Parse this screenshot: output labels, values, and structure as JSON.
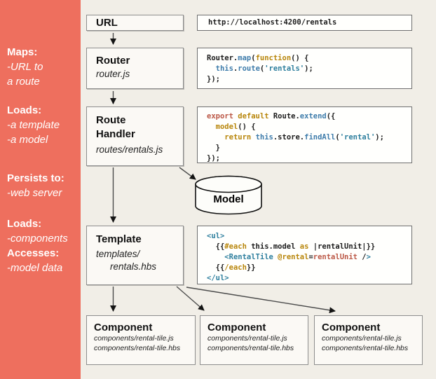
{
  "palette": {
    "sidebar_bg": "#ee6f5e",
    "canvas_bg": "#f1eee7",
    "box_bg": "#fbf9f5",
    "code_bg": "#fffffd",
    "code_blue": "#3e7cab",
    "code_gold": "#b8860b",
    "code_teal": "#2e7f9e",
    "code_rust": "#bb5745"
  },
  "sidebar": {
    "notes": [
      {
        "lines": [
          {
            "t": "Maps:",
            "s": "b"
          },
          {
            "t": "-URL to",
            "s": "i"
          },
          {
            "t": "a route",
            "s": "i"
          }
        ]
      },
      {
        "lines": [
          {
            "t": "Loads:",
            "s": "b"
          },
          {
            "t": "-a template",
            "s": "i"
          },
          {
            "t": "-a model",
            "s": "i"
          }
        ]
      },
      {
        "lines": [
          {
            "t": "Persists to:",
            "s": "b"
          },
          {
            "t": "-web server",
            "s": "i"
          }
        ]
      },
      {
        "lines": [
          {
            "t": "Loads:",
            "s": "b"
          },
          {
            "t": "-components",
            "s": "i"
          },
          {
            "t": "Accesses:",
            "s": "b"
          },
          {
            "t": "-model data",
            "s": "i"
          }
        ]
      }
    ]
  },
  "nodes": {
    "url": {
      "title": "URL"
    },
    "router": {
      "title": "Router",
      "subtitle": "router.js"
    },
    "route_handler": {
      "title_line1": "Route",
      "title_line2": "Handler",
      "subtitle": "routes/rentals.js"
    },
    "model": {
      "label": "Model"
    },
    "template": {
      "title": "Template",
      "subtitle_line1": "templates/",
      "subtitle_line2": "rentals.hbs"
    }
  },
  "components": [
    {
      "title": "Component",
      "files": [
        "components/rental-tile.js",
        "components/rental-tile.hbs"
      ]
    },
    {
      "title": "Component",
      "files": [
        "components/rental-tile.js",
        "components/rental-tile.hbs"
      ]
    },
    {
      "title": "Component",
      "files": [
        "components/rental-tile.js",
        "components/rental-tile.hbs"
      ]
    }
  ],
  "code": {
    "url": [
      [
        [
          "http://localhost:4200/rentals",
          "p"
        ]
      ]
    ],
    "router": [
      [
        [
          "Router.",
          "p"
        ],
        [
          "map",
          "b"
        ],
        [
          "(",
          "p"
        ],
        [
          "function",
          "g"
        ],
        [
          "() {",
          "p"
        ]
      ],
      [
        [
          "  ",
          "p"
        ],
        [
          "this",
          "b"
        ],
        [
          ".",
          "p"
        ],
        [
          "route",
          "b"
        ],
        [
          "(",
          "p"
        ],
        [
          "'rentals'",
          "t"
        ],
        [
          ");",
          "p"
        ]
      ],
      [
        [
          "});",
          "p"
        ]
      ]
    ],
    "route_handler": [
      [
        [
          "export",
          "r"
        ],
        [
          " ",
          "p"
        ],
        [
          "default",
          "g"
        ],
        [
          " Route.",
          "p"
        ],
        [
          "extend",
          "b"
        ],
        [
          "({",
          "p"
        ]
      ],
      [
        [
          "  ",
          "p"
        ],
        [
          "model",
          "g"
        ],
        [
          "() {",
          "p"
        ]
      ],
      [
        [
          "    ",
          "p"
        ],
        [
          "return",
          "g"
        ],
        [
          " ",
          "p"
        ],
        [
          "this",
          "b"
        ],
        [
          ".store.",
          "p"
        ],
        [
          "findAll",
          "b"
        ],
        [
          "(",
          "p"
        ],
        [
          "'rental'",
          "t"
        ],
        [
          ");",
          "p"
        ]
      ],
      [
        [
          "  }",
          "p"
        ]
      ],
      [
        [
          "});",
          "p"
        ]
      ]
    ],
    "template": [
      [
        [
          "<ul>",
          "t"
        ]
      ],
      [
        [
          "  {{",
          "p"
        ],
        [
          "#each",
          "g"
        ],
        [
          " this.model ",
          "p"
        ],
        [
          "as",
          "g"
        ],
        [
          " |rentalUnit|}}",
          "p"
        ]
      ],
      [
        [
          "    ",
          "p"
        ],
        [
          "<RentalTile",
          "t"
        ],
        [
          " ",
          "p"
        ],
        [
          "@rental",
          "g"
        ],
        [
          "=",
          "p"
        ],
        [
          "rentalUnit",
          "r"
        ],
        [
          " /",
          "p"
        ],
        [
          ">",
          "t"
        ]
      ],
      [
        [
          "  {{",
          "p"
        ],
        [
          "/each",
          "g"
        ],
        [
          "}}",
          "p"
        ]
      ],
      [
        [
          "</ul>",
          "t"
        ]
      ]
    ]
  }
}
